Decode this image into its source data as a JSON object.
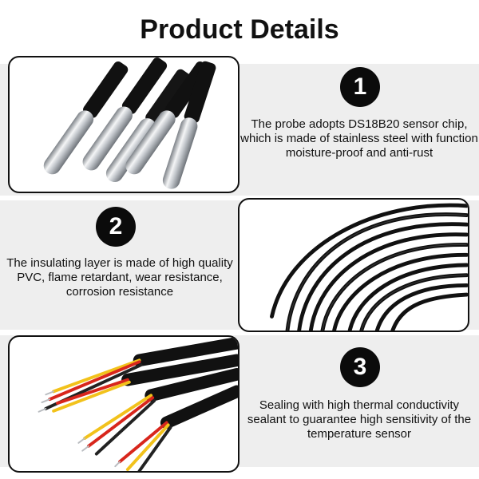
{
  "header": {
    "title": "Product Details"
  },
  "features": [
    {
      "number": "1",
      "text": "The probe adopts DS18B20 sensor chip, which is made of stainless steel with function moisture-proof and anti-rust"
    },
    {
      "number": "2",
      "text": "The insulating layer is made of high quality PVC, flame retardant, wear resistance, corrosion resistance"
    },
    {
      "number": "3",
      "text": "Sealing with high thermal conductivity sealant to guarantee high sensitivity of the temperature sensor"
    }
  ],
  "colors": {
    "band": "#eeeeee",
    "badge": "#0b0b0b",
    "steel": "#c9ccd0",
    "cable": "#111111",
    "wire_red": "#d8261c",
    "wire_yellow": "#f2c21b"
  }
}
